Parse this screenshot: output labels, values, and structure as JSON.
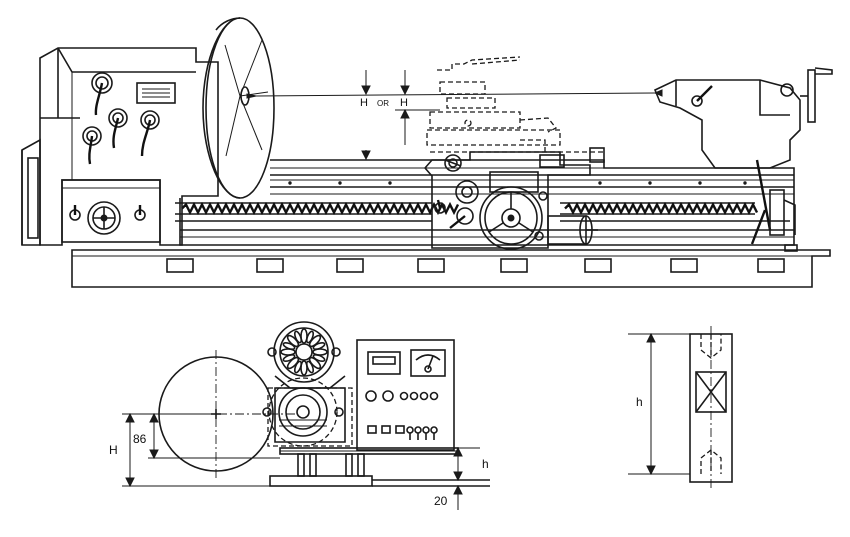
{
  "diagram": {
    "labels": {
      "swing_h_left": "H",
      "swing_or": "OR",
      "swing_h_right": "H",
      "elev_H": "H",
      "elev_86": "86",
      "elev_h": "h",
      "elev_20": "20",
      "side_h": "h"
    }
  }
}
